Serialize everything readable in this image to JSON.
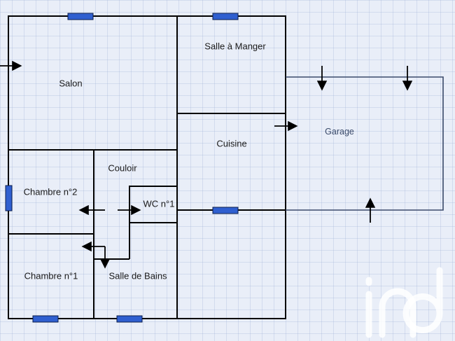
{
  "rooms": {
    "salon": "Salon",
    "salle_a_manger": "Salle à Manger",
    "cuisine": "Cuisine",
    "garage": "Garage",
    "couloir": "Couloir",
    "chambre_2": "Chambre n°2",
    "wc_1": "WC n°1",
    "chambre_1": "Chambre n°1",
    "salle_de_bains": "Salle de Bains"
  },
  "colors": {
    "wall": "#000000",
    "window": "#2f5fd0",
    "arrow": "#000000",
    "garage_wall": "#3a4a6a",
    "background": "#e9eef8"
  },
  "logo": {
    "icon": "iad-watermark-logo"
  }
}
